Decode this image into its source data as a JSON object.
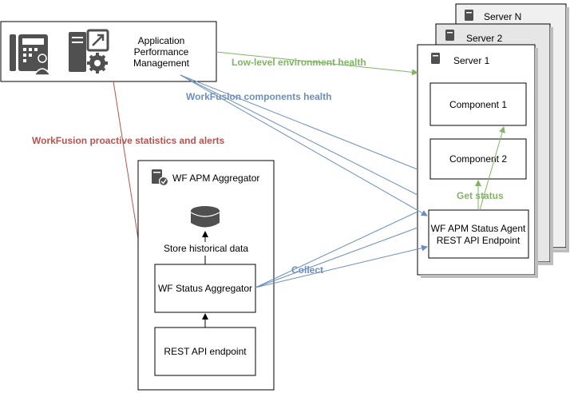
{
  "apm": {
    "title_line1": "Application",
    "title_line2": "Performance",
    "title_line3": "Management"
  },
  "servers": {
    "server_n": "Server N",
    "server_2": "Server 2",
    "server_1": "Server 1",
    "component_1": "Component 1",
    "component_2": "Component 2",
    "agent_line1": "WF APM Status Agent",
    "agent_line2": "REST API Endpoint"
  },
  "aggregator": {
    "title": "WF APM Aggregator",
    "store_label": "Store historical data",
    "status_aggregator": "WF Status Aggregator",
    "rest_endpoint": "REST API endpoint"
  },
  "edges": {
    "low_level_health": "Low-level environment health",
    "components_health": "WorkFusion components health",
    "proactive_stats": "WorkFusion proactive statistics and alerts",
    "get_status": "Get status",
    "collect": "Collect"
  },
  "colors": {
    "green": "#82b366",
    "blue": "#6c8ebf",
    "red": "#b85450",
    "icon_dark": "#505050"
  }
}
